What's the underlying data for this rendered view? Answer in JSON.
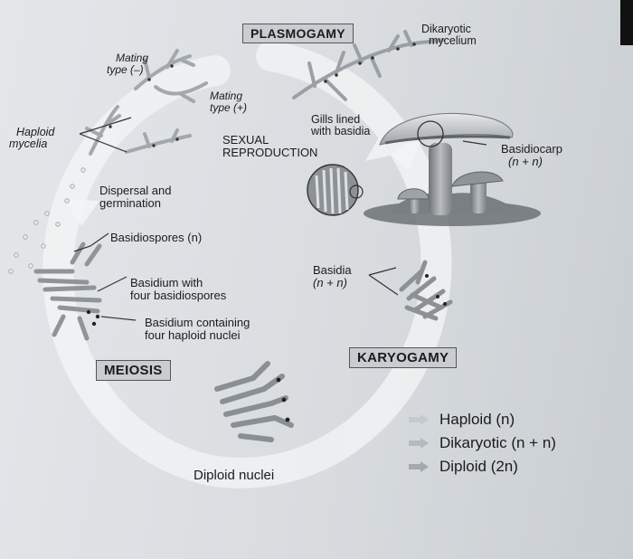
{
  "boxes": {
    "plasmogamy": "PLASMOGAMY",
    "meiosis": "MEIOSIS",
    "karyogamy": "KARYOGAMY"
  },
  "labels": {
    "dikaryotic_mycelium_1": "Dikaryotic",
    "dikaryotic_mycelium_2": "mycelium",
    "mating_minus_1": "Mating",
    "mating_minus_2": "type (–)",
    "mating_plus_1": "Mating",
    "mating_plus_2": "type (+)",
    "gills_1": "Gills lined",
    "gills_2": "with basidia",
    "haploid_mycelia_1": "Haploid",
    "haploid_mycelia_2": "mycelia",
    "sexual_1": "SEXUAL",
    "sexual_2": "REPRODUCTION",
    "basidiocarp_1": "Basidiocarp",
    "basidiocarp_2": "(n + n)",
    "dispersal_1": "Dispersal and",
    "dispersal_2": "germination",
    "basidiospores": "Basidiospores (n)",
    "basidia_1": "Basidia",
    "basidia_2": "(n + n)",
    "basidium_four_1": "Basidium with",
    "basidium_four_2": "four basidiospores",
    "basidium_nuclei_1": "Basidium containing",
    "basidium_nuclei_2": "four haploid nuclei",
    "diploid_nuclei": "Diploid nuclei"
  },
  "legend": [
    {
      "label": "Haploid (n)",
      "color": "#c4c9cd"
    },
    {
      "label": "Dikaryotic (n + n)",
      "color": "#b4babe"
    },
    {
      "label": "Diploid (2n)",
      "color": "#a3a9ae"
    }
  ]
}
